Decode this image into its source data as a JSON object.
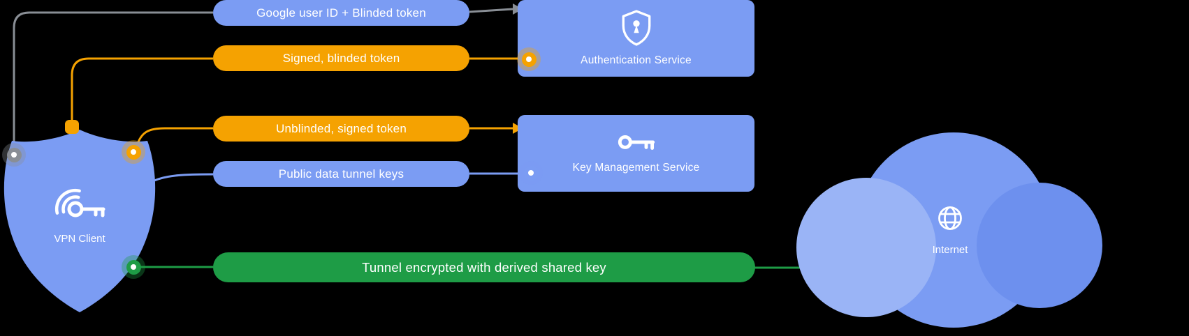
{
  "colors": {
    "bg": "#000000",
    "blue": "#7B9CF3",
    "blue-light": "#9AB4F6",
    "blue-dark": "#6D90EE",
    "orange": "#F5A201",
    "green": "#1E9C46",
    "gray": "#898E95",
    "white": "#FFFFFF"
  },
  "nodes": {
    "vpn_client": {
      "label": "VPN Client",
      "icon": "key-wifi-icon"
    },
    "auth_service": {
      "label": "Authentication Service",
      "icon": "shield-keyhole-icon"
    },
    "key_management_service": {
      "label": "Key Management Service",
      "icon": "key-icon"
    },
    "internet": {
      "label": "Internet",
      "icon": "globe-icon"
    }
  },
  "messages": [
    {
      "label": "Google user ID + Blinded token",
      "color": "blue",
      "from": "vpn_client",
      "to": "auth_service"
    },
    {
      "label": "Signed, blinded token",
      "color": "orange",
      "from": "auth_service",
      "to": "vpn_client"
    },
    {
      "label": "Unblinded, signed token",
      "color": "orange",
      "from": "vpn_client",
      "to": "key_management_service"
    },
    {
      "label": "Public data tunnel keys",
      "color": "blue",
      "from": "key_management_service",
      "to": "vpn_client"
    },
    {
      "label": "Tunnel encrypted with derived shared key",
      "color": "green",
      "from": "vpn_client",
      "to": "internet"
    }
  ]
}
